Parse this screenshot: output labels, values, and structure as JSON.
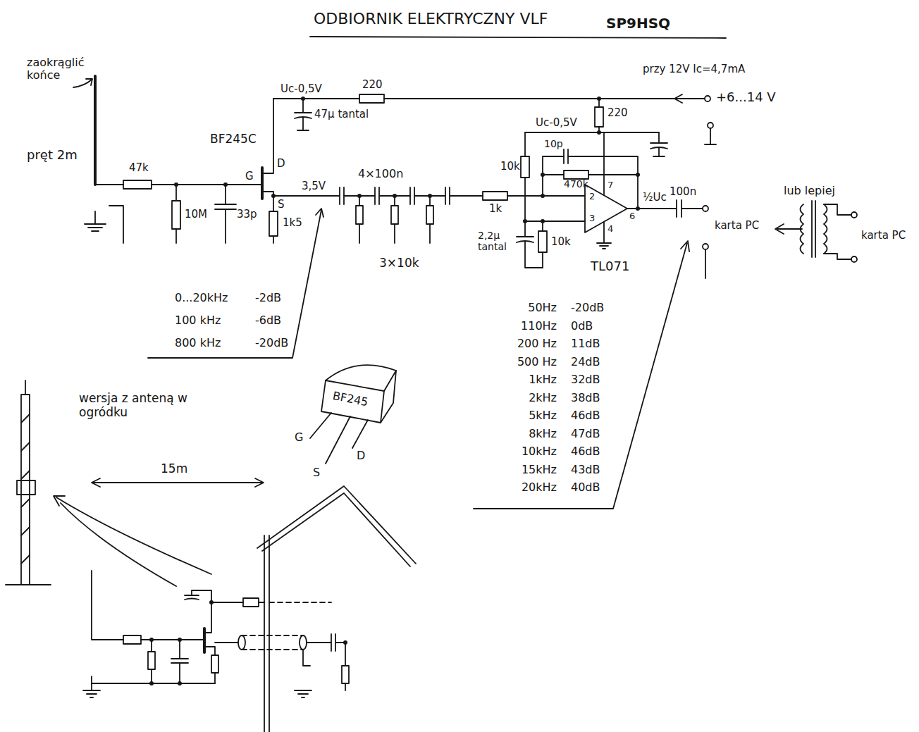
{
  "diagram": {
    "title": "ODBIORNIK ELEKTRYCZNY VLF",
    "labels": [
      "SP9HSQ",
      "zaokrąglić końce",
      "pręt 2m",
      "47k",
      "BF245C",
      "G",
      "D",
      "S",
      "10M",
      "33p",
      "1k5",
      "3,5V",
      "Uc-0,5V",
      "220",
      "47μ tantal",
      "4×100n",
      "3×10k",
      "przy 12V Ic=4,7mA",
      "+6...14 V",
      "Uc-0,5V",
      "220",
      "10p",
      "470k",
      "10k",
      "1k",
      "2",
      "3",
      "7",
      "6",
      "4",
      "½Uc",
      "100n",
      "2,2μ tantal",
      "10k",
      "TL071",
      "karta PC",
      "lub lepiej",
      "karta PC",
      "0...20kHz",
      "-2dB",
      "100 kHz",
      "-6dB",
      "800 kHz",
      "-20dB",
      "50Hz",
      "-20dB",
      "110Hz",
      "0dB",
      "200 Hz",
      "11dB",
      "500 Hz",
      "24dB",
      "1kHz",
      "32dB",
      "2kHz",
      "38dB",
      "5kHz",
      "46dB",
      "8kHz",
      "47dB",
      "10kHz",
      "46dB",
      "15kHz",
      "43dB",
      "20kHz",
      "40dB",
      "BF245",
      "G",
      "S",
      "D",
      "wersja z anteną w ogródku",
      "15m"
    ]
  }
}
